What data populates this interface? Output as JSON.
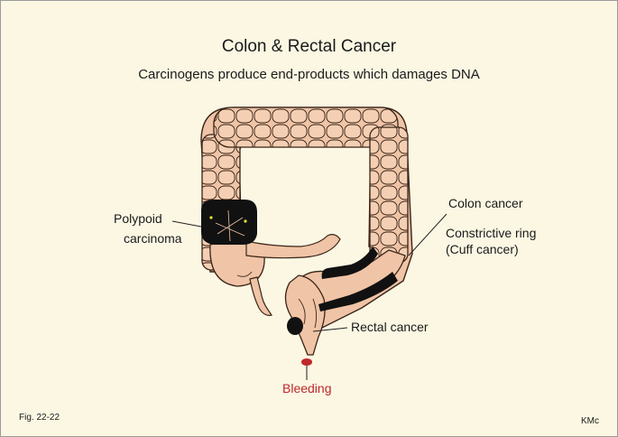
{
  "title": "Colon & Rectal Cancer",
  "subtitle": "Carcinogens produce end-products which damages DNA",
  "labels": {
    "polypoid_line1": "Polypoid",
    "polypoid_line2": "carcinoma",
    "colon_cancer": "Colon cancer",
    "constrictive_line1": "Constrictive ring",
    "constrictive_line2": "(Cuff cancer)",
    "rectal_cancer": "Rectal cancer",
    "bleeding": "Bleeding"
  },
  "figure_number": "Fig. 22-22",
  "author": "KMc",
  "colors": {
    "background": "#fbf7e3",
    "colon_fill": "#f0c4a6",
    "outline": "#3a2418",
    "tumor": "#111111",
    "bleeding": "#c0282b"
  }
}
